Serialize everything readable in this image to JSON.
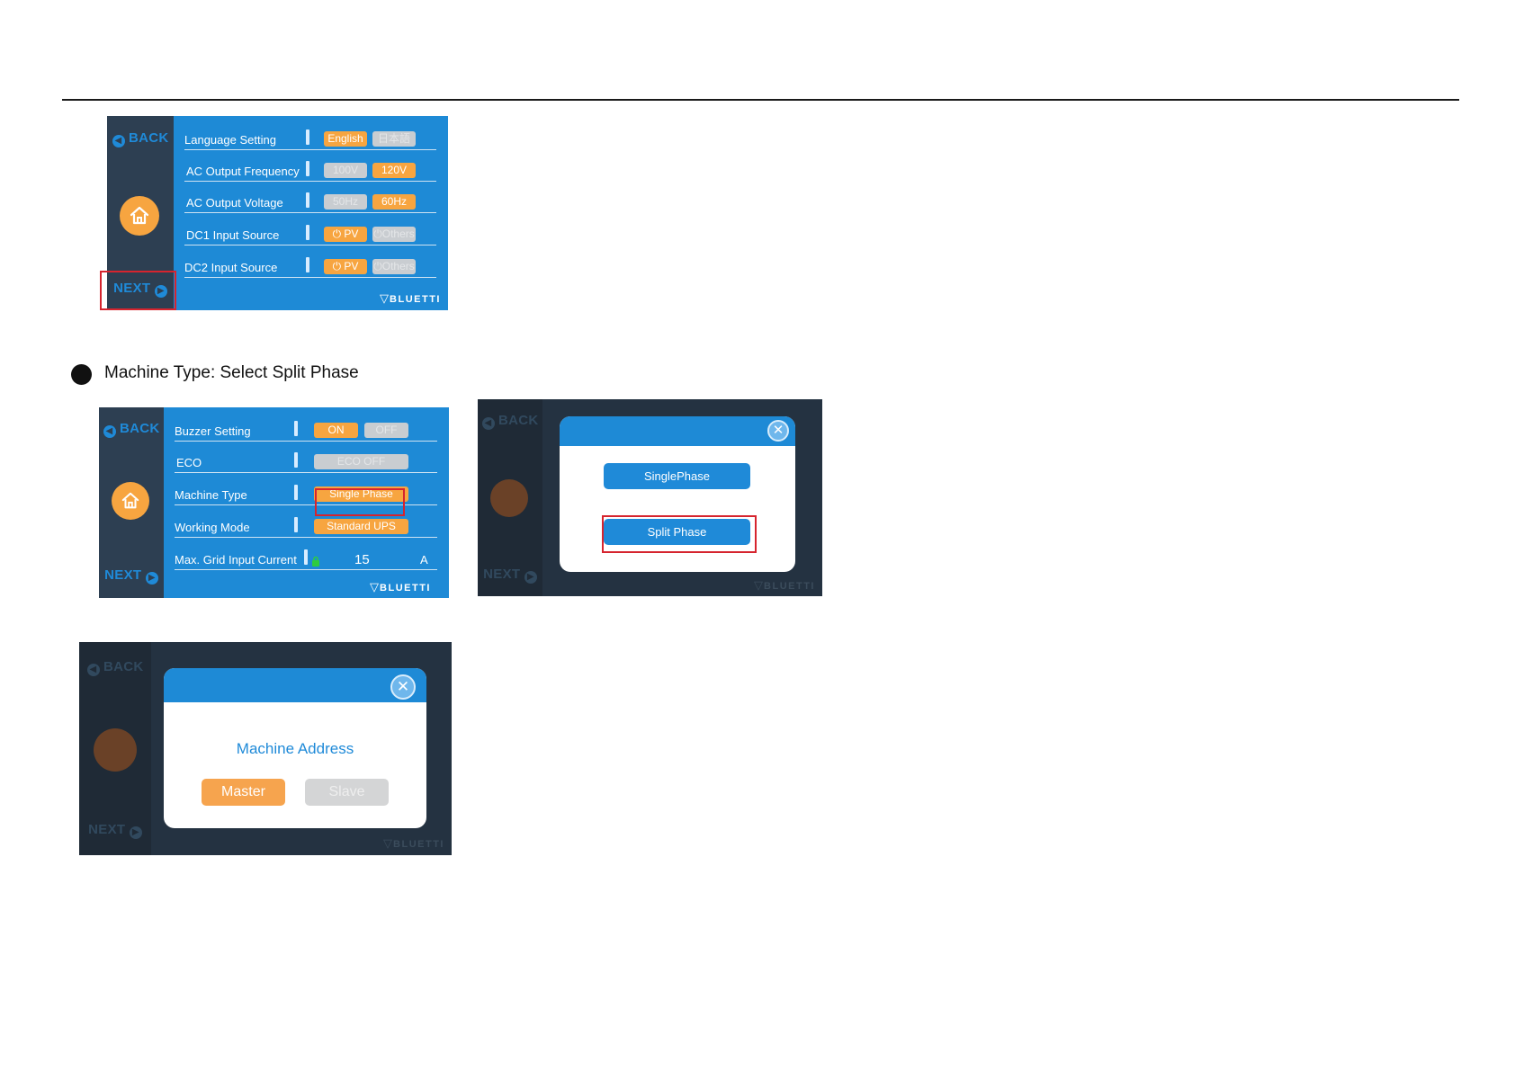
{
  "screen1": {
    "back": "BACK",
    "next": "NEXT",
    "rows": [
      {
        "label": "Language Setting",
        "opt1": "English",
        "opt2": "日本語"
      },
      {
        "label": "AC Output Frequency",
        "opt1": "100V",
        "opt2": "120V"
      },
      {
        "label": "AC Output Voltage",
        "opt1": "50Hz",
        "opt2": "60Hz"
      },
      {
        "label": "DC1 Input Source",
        "opt1": "PV",
        "opt2": "Others"
      },
      {
        "label": "DC2 Input Source",
        "opt1": "PV",
        "opt2": "Others"
      }
    ],
    "logo": "BLUETTI"
  },
  "section": {
    "heading": "Machine Type:  Select Split Phase"
  },
  "screen2": {
    "back": "BACK",
    "next": "NEXT",
    "rows": [
      {
        "label": "Buzzer Setting",
        "opt1": "ON",
        "opt2": "OFF"
      },
      {
        "label": "ECO",
        "value": "ECO OFF"
      },
      {
        "label": "Machine Type",
        "value": "Single Phase"
      },
      {
        "label": "Working Mode",
        "value": "Standard UPS"
      },
      {
        "label": "Max. Grid Input Current",
        "value": "15",
        "unit": "A"
      }
    ],
    "logo": "BLUETTI"
  },
  "screen3": {
    "back": "BACK",
    "next": "NEXT",
    "options": [
      "SinglePhase",
      "Split Phase"
    ],
    "logo": "BLUETTI"
  },
  "screen4": {
    "back": "BACK",
    "next": "NEXT",
    "title": "Machine Address",
    "master": "Master",
    "slave": "Slave",
    "logo": "BLUETTI"
  }
}
